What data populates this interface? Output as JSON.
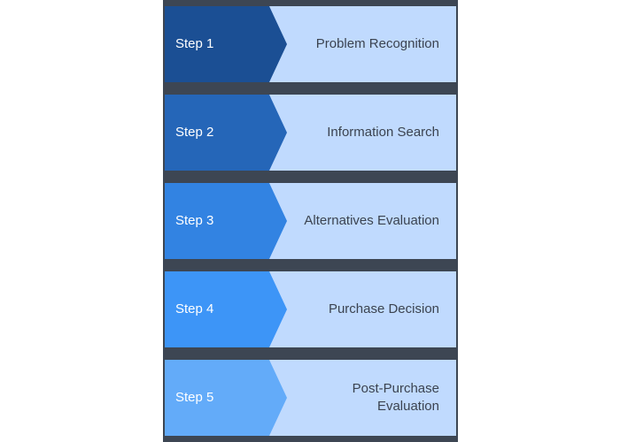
{
  "steps": [
    {
      "label": "Step 1",
      "title": "Problem Recognition",
      "color": "#1b4f94"
    },
    {
      "label": "Step 2",
      "title": "Information Search",
      "color": "#2566b8"
    },
    {
      "label": "Step 3",
      "title": "Alternatives Evaluation",
      "color": "#3283e2"
    },
    {
      "label": "Step 4",
      "title": "Purchase Decision",
      "color": "#3d95f7"
    },
    {
      "label": "Step 5",
      "title": "Post-Purchase\nEvaluation",
      "color": "#63abf9"
    }
  ],
  "colors": {
    "frame": "#3d4653",
    "content_background": "#c0dafe",
    "title_text": "#3b4350",
    "label_text": "#ffffff"
  }
}
